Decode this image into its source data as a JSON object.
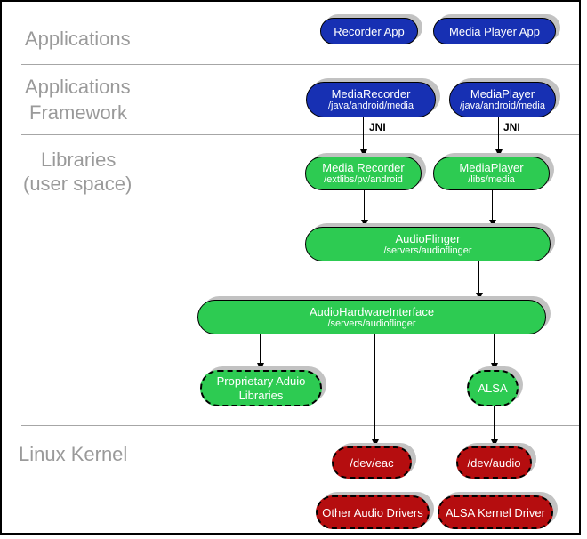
{
  "sections": {
    "applications": {
      "label": "Applications"
    },
    "framework": {
      "label_line1": "Applications",
      "label_line2": "Framework"
    },
    "libraries": {
      "label_line1": "Libraries",
      "label_line2": "(user space)"
    },
    "kernel": {
      "label": "Linux Kernel"
    }
  },
  "jni": {
    "left": "JNI",
    "right": "JNI"
  },
  "nodes": {
    "recorder_app": {
      "title": "Recorder App"
    },
    "media_player_app": {
      "title": "Media Player App"
    },
    "media_recorder_fw": {
      "title": "MediaRecorder",
      "subtitle": "/java/android/media"
    },
    "media_player_fw": {
      "title": "MediaPlayer",
      "subtitle": "/java/android/media"
    },
    "media_recorder_lib": {
      "title": "Media Recorder",
      "subtitle": "/extlibs/pv/android"
    },
    "media_player_lib": {
      "title": "MediaPlayer",
      "subtitle": "/libs/media"
    },
    "audioflinger": {
      "title": "AudioFlinger",
      "subtitle": "/servers/audioflinger"
    },
    "audio_hw_interface": {
      "title": "AudioHardwareInterface",
      "subtitle": "/servers/audioflinger"
    },
    "proprietary_audio": {
      "title": "Proprietary Aduio Libraries"
    },
    "alsa": {
      "title": "ALSA"
    },
    "dev_eac": {
      "title": "/dev/eac"
    },
    "dev_audio": {
      "title": "/dev/audio"
    },
    "other_audio_drivers": {
      "title": "Other Audio Drivers"
    },
    "alsa_kernel_driver": {
      "title": "ALSA Kernel Driver"
    }
  },
  "colors": {
    "app_blue": "#1730b3",
    "lib_green": "#2dcb52",
    "kernel_red": "#b50d0f",
    "shadow": "#c2c2c2",
    "label_gray": "#9a9a9a"
  }
}
